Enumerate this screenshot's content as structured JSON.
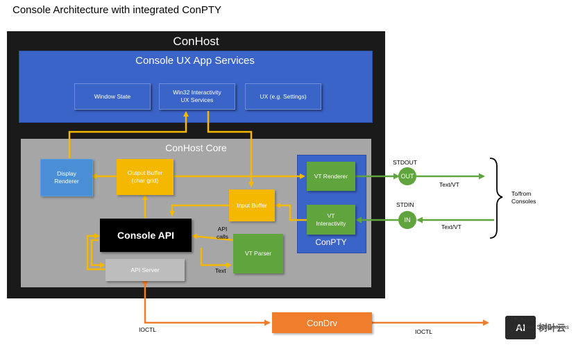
{
  "title": "Console Architecture with integrated ConPTY",
  "conhost": {
    "label": "ConHost",
    "ux": {
      "label": "Console UX App Services",
      "window_state": "Window State",
      "win32_line1": "Win32 Interactivity",
      "win32_line2": "UX Services",
      "ux_settings": "UX (e.g. Settings)"
    },
    "core": {
      "label": "ConHost Core",
      "display_renderer_line1": "Display",
      "display_renderer_line2": "Renderer",
      "output_buffer_line1": "Output Buffer",
      "output_buffer_line2": "(char grid)",
      "input_buffer": "Input Buffer",
      "console_api": "Console API",
      "api_server": "API Server",
      "vt_parser": "VT Parser",
      "api_calls_line1": "API",
      "api_calls_line2": "calls",
      "text": "Text"
    },
    "conpty": {
      "label": "ConPTY",
      "vt_renderer": "VT Renderer",
      "vt_interactivity_line1": "VT",
      "vt_interactivity_line2": "Interactivity"
    }
  },
  "external": {
    "stdout": "STDOUT",
    "out": "OUT",
    "stdin": "STDIN",
    "in": "IN",
    "text_vt_out": "Text/VT",
    "text_vt_in": "Text/VT",
    "to_from_line1": "To/from",
    "to_from_line2": "Consoles",
    "condrv": "ConDrv",
    "ioctl_left": "IOCTL",
    "ioctl_right": "IOCTL"
  },
  "watermark": {
    "logo": "AI",
    "text": "树叶云",
    "overlay_line1": "To/from",
    "overlay_line2": "Console Subsystems"
  },
  "colors": {
    "conhost_bg": "#1a1a1a",
    "ux_blue": "#3a64c8",
    "core_grey": "#a6a6a6",
    "gold_arrow": "#f5b800",
    "green_arrow": "#5fa43c",
    "orange_arrow": "#f07d2b"
  }
}
